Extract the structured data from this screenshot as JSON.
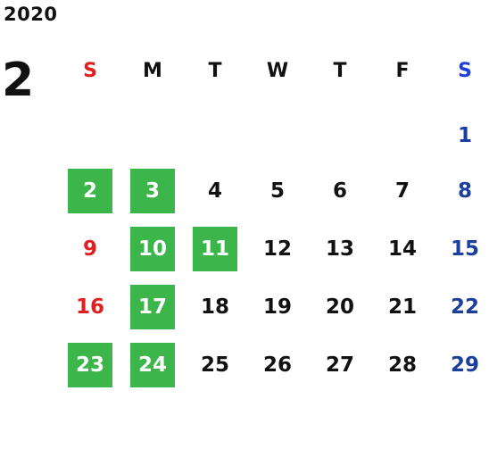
{
  "calendar": {
    "year": "2020",
    "month": "2",
    "weekdays": [
      "S",
      "M",
      "T",
      "W",
      "T",
      "F",
      "S"
    ],
    "weeks": [
      [
        "",
        "",
        "",
        "",
        "",
        "",
        "1"
      ],
      [
        "2",
        "3",
        "4",
        "5",
        "6",
        "7",
        "8"
      ],
      [
        "9",
        "10",
        "11",
        "12",
        "13",
        "14",
        "15"
      ],
      [
        "16",
        "17",
        "18",
        "19",
        "20",
        "21",
        "22"
      ],
      [
        "23",
        "24",
        "25",
        "26",
        "27",
        "28",
        "29"
      ]
    ],
    "highlighted": [
      "2",
      "3",
      "10",
      "11",
      "17",
      "23",
      "24"
    ],
    "colors": {
      "highlight": "#3cb54a",
      "sunday": "#e02020",
      "saturday": "#1a3f9c",
      "saturday_header": "#1f3fd6",
      "text": "#111111"
    }
  }
}
